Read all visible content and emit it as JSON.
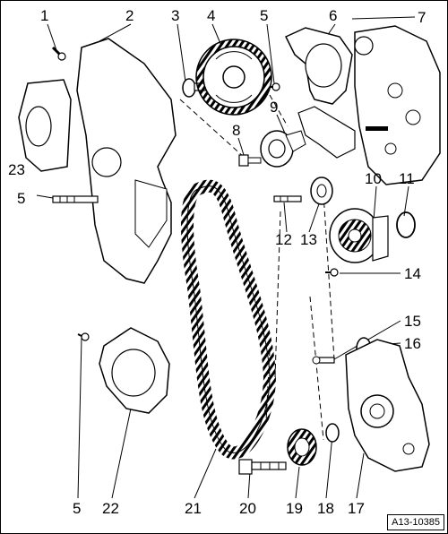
{
  "diagram": {
    "reference_code": "A13-10385",
    "callouts": [
      {
        "id": "c1",
        "label": "1"
      },
      {
        "id": "c2",
        "label": "2"
      },
      {
        "id": "c3",
        "label": "3"
      },
      {
        "id": "c4",
        "label": "4"
      },
      {
        "id": "c5a",
        "label": "5"
      },
      {
        "id": "c6",
        "label": "6"
      },
      {
        "id": "c7",
        "label": "7"
      },
      {
        "id": "c8",
        "label": "8"
      },
      {
        "id": "c9",
        "label": "9"
      },
      {
        "id": "c10",
        "label": "10"
      },
      {
        "id": "c11",
        "label": "11"
      },
      {
        "id": "c12",
        "label": "12"
      },
      {
        "id": "c13",
        "label": "13"
      },
      {
        "id": "c14",
        "label": "14"
      },
      {
        "id": "c15",
        "label": "15"
      },
      {
        "id": "c16",
        "label": "16"
      },
      {
        "id": "c17",
        "label": "17"
      },
      {
        "id": "c18",
        "label": "18"
      },
      {
        "id": "c19",
        "label": "19"
      },
      {
        "id": "c20",
        "label": "20"
      },
      {
        "id": "c21",
        "label": "21"
      },
      {
        "id": "c22",
        "label": "22"
      },
      {
        "id": "c23",
        "label": "23"
      },
      {
        "id": "c5b",
        "label": "5"
      },
      {
        "id": "c5c",
        "label": "5"
      }
    ]
  }
}
